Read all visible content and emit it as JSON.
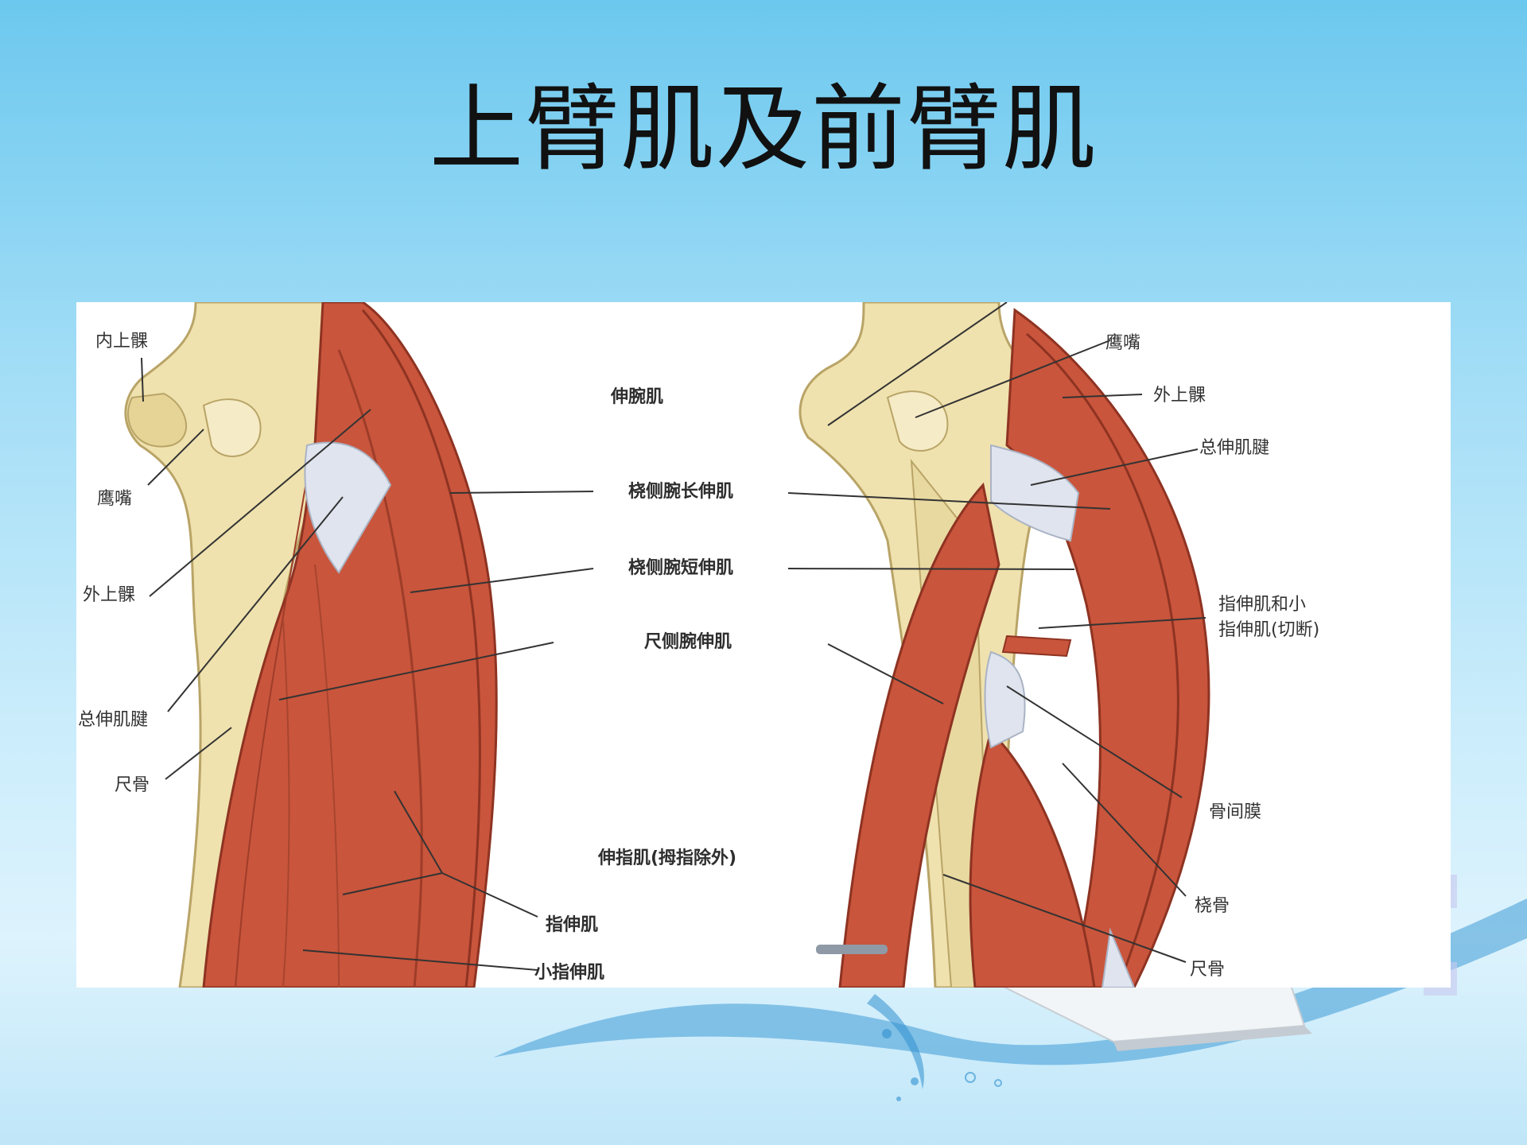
{
  "slide": {
    "title": "上臂肌及前臂肌"
  },
  "colors": {
    "background_top": "#6cc8ee",
    "background_bottom": "#ddf3fd",
    "bone": "#efe2ae",
    "muscle": "#c9553c",
    "tendon": "#dfe4ee",
    "panel": "#ffffff"
  },
  "figure": {
    "left_labels": {
      "medial_epicondyle": "内上髁",
      "olecranon": "鹰嘴",
      "lateral_epicondyle": "外上髁",
      "common_extensor_tendon": "总伸肌腱",
      "ulna": "尺骨"
    },
    "center_labels": {
      "wrist_extensors": "伸腕肌",
      "ecr_longus": "桡侧腕长伸肌",
      "ecr_brevis": "桡侧腕短伸肌",
      "ecu": "尺侧腕伸肌",
      "ext_digitorum_note": "伸指肌(拇指除外)",
      "ext_digitorum": "指伸肌",
      "ext_digiti_minimi": "小指伸肌"
    },
    "right_labels": {
      "olecranon": "鹰嘴",
      "lateral_epicondyle": "外上髁",
      "common_extensor_tendon": "总伸肌腱",
      "ext_cut_line1": "指伸肌和小",
      "ext_cut_line2": "指伸肌(切断)",
      "interosseous_membrane": "骨间膜",
      "radius": "桡骨",
      "ulna": "尺骨"
    }
  }
}
